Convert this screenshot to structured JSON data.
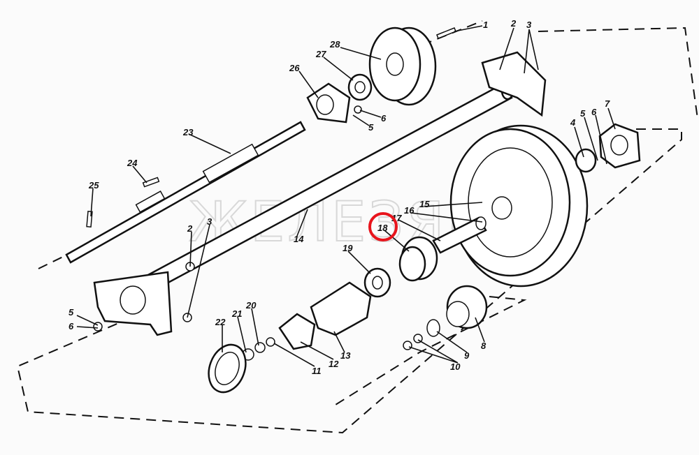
{
  "diagram": {
    "watermark": "ЖЕЛЕЗЯКА",
    "highlight_color": "#e8141c",
    "highlighted_part": "18",
    "labels": {
      "l1": "1",
      "l2a": "2",
      "l3a": "3",
      "l28": "28",
      "l27": "27",
      "l26": "26",
      "l6a": "6",
      "l5a": "5",
      "l23": "23",
      "l24": "24",
      "l25": "25",
      "l4": "4",
      "l5b": "5",
      "l6b": "6",
      "l7": "7",
      "l15": "15",
      "l16": "16",
      "l17": "17",
      "l18": "18",
      "l14": "14",
      "l19": "19",
      "l2b": "2",
      "l3b": "3",
      "l5c": "5",
      "l6c": "6",
      "l22": "22",
      "l21": "21",
      "l20": "20",
      "l12": "12",
      "l11": "11",
      "l13": "13",
      "l9": "9",
      "l10": "10",
      "l8": "8"
    }
  }
}
